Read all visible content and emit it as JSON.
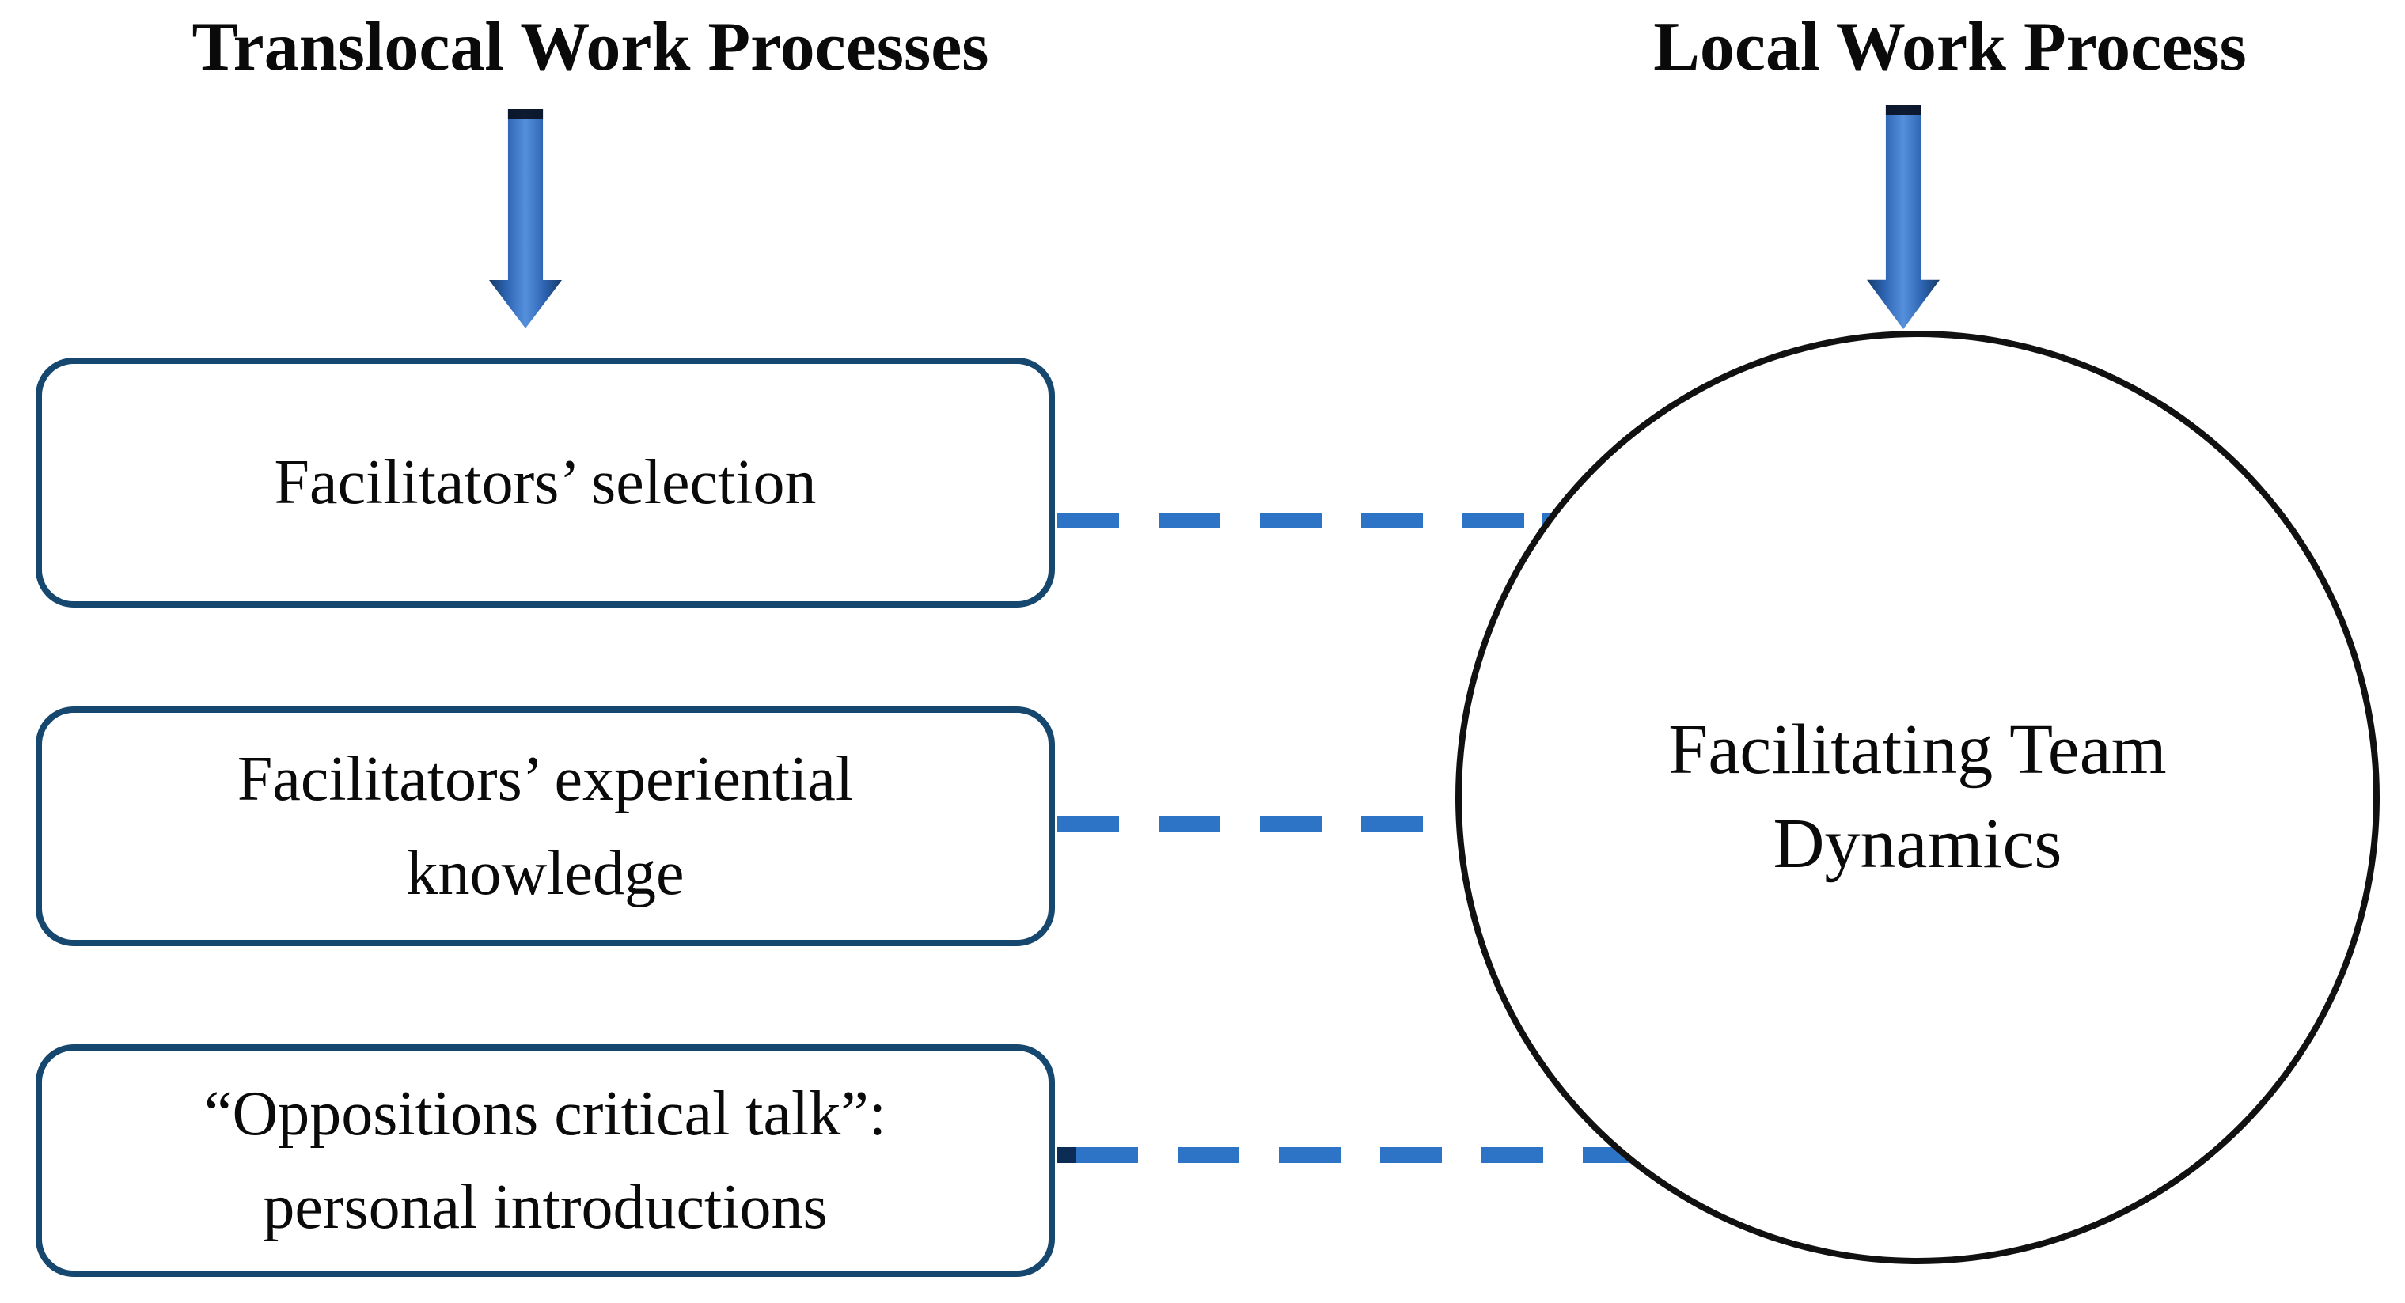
{
  "titles": {
    "translocal": "Translocal Work Processes",
    "local": "Local Work Process"
  },
  "boxes": [
    {
      "name": "facilitators-selection",
      "lines": [
        "Facilitators’ selection"
      ]
    },
    {
      "name": "facilitators-experiential-knowledge",
      "lines": [
        "Facilitators’ experiential",
        "knowledge"
      ]
    },
    {
      "name": "oppositions-critical-talk",
      "lines": [
        "“Oppositions critical talk”:",
        "personal introductions"
      ]
    }
  ],
  "circle": {
    "lines": [
      "Facilitating Team",
      "Dynamics"
    ]
  },
  "icons": {
    "left_arrow": "down-arrow-icon",
    "right_arrow": "down-arrow-icon"
  },
  "colors": {
    "background": "#FFFFFF",
    "text": "#0A0A0A",
    "box_border": "#16476E",
    "dash_blue": "#2E74C6",
    "dash_navy": "#0A2C55",
    "arrow_blue_light": "#5590DD",
    "arrow_blue_mid": "#2D64B2",
    "arrow_blue_dark": "#163A68",
    "circle_outline": "#111111"
  }
}
